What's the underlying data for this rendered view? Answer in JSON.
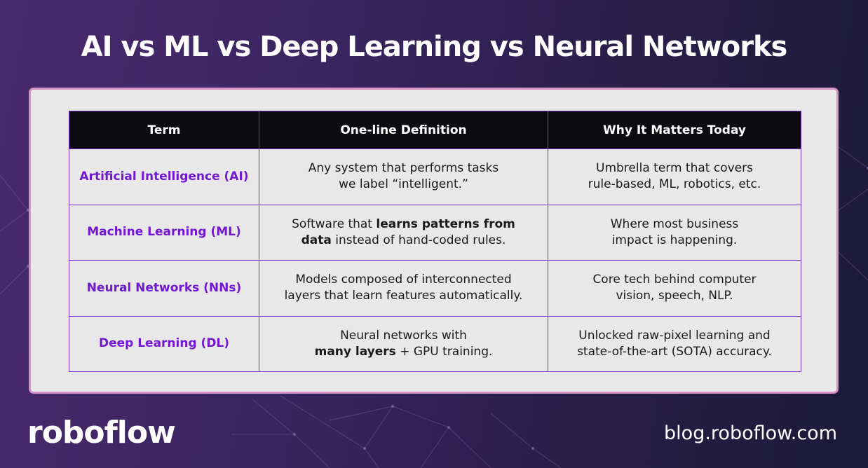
{
  "title": "AI vs ML vs Deep Learning vs Neural Networks",
  "table": {
    "headers": [
      "Term",
      "One-line Definition",
      "Why It Matters Today"
    ],
    "rows": [
      {
        "term": "Artificial Intelligence (AI)",
        "definition": [
          "Any system that performs tasks",
          "we label “intelligent.”"
        ],
        "why": [
          "Umbrella term that covers",
          "rule-based, ML, robotics, etc."
        ]
      },
      {
        "term": "Machine Learning (ML)",
        "definition_parts": [
          "Software that ",
          "learns patterns from",
          "data",
          " instead of hand-coded rules."
        ],
        "why": [
          "Where most business",
          "impact is happening."
        ]
      },
      {
        "term": "Neural Networks (NNs)",
        "definition": [
          "Models composed of interconnected",
          "layers that learn features automatically."
        ],
        "why": [
          "Core tech behind computer",
          "vision, speech, NLP."
        ]
      },
      {
        "term": "Deep Learning (DL)",
        "definition_parts": [
          "Neural networks with",
          "many layers",
          " + GPU training."
        ],
        "why": [
          "Unlocked raw-pixel learning and",
          "state-of-the-art (SOTA) accuracy."
        ]
      }
    ]
  },
  "footer": {
    "logo": "roboflow",
    "url": "blog.roboflow.com"
  },
  "colors": {
    "accent": "#7218d2",
    "border": "#7a35c8",
    "panel_border": "#d792c4",
    "header_bg": "#0c0c10"
  }
}
